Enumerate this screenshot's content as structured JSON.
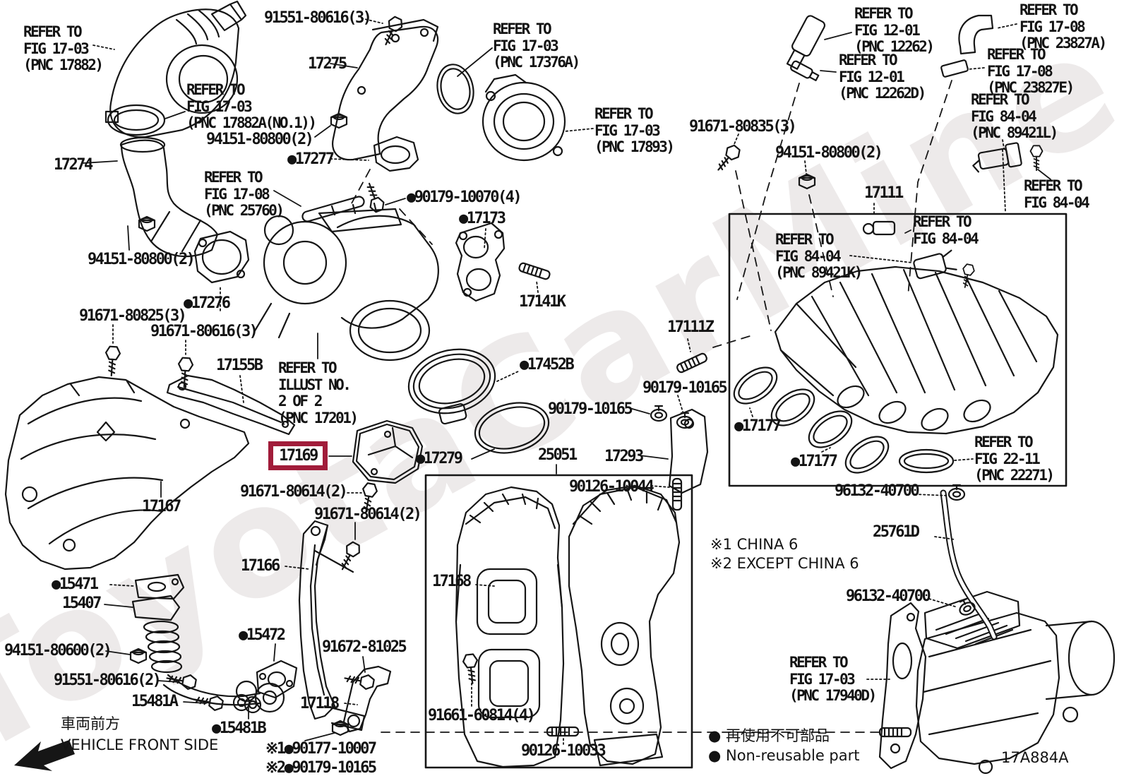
{
  "figure": {
    "code": "17A884A",
    "highlighted_part": "17169",
    "highlight_color": "#a11c3a"
  },
  "watermark": "ToyotaCarMine.ru",
  "orientation": {
    "jp": "車両前方",
    "en": "VEHICLE FRONT SIDE"
  },
  "legend": {
    "jp": "● 再使用不可部品",
    "en": "● Non-reusable part"
  },
  "notes": {
    "note1": "※1 CHINA 6",
    "note2": "※2 EXCEPT CHINA 6"
  },
  "labels": {
    "ref_17882": {
      "text": "REFER TO\nFIG 17-03\n(PNC 17882)"
    },
    "pn_91551_80616_3": {
      "text": "91551-80616(3)"
    },
    "ref_17882a": {
      "text": "REFER TO\nFIG 17-03\n(PNC 17882A(NO.1))"
    },
    "pn_94151_80800_2_top": {
      "text": "94151-80800(2)"
    },
    "pn_17275": {
      "text": "17275"
    },
    "ref_17376a": {
      "text": "REFER TO\nFIG 17-03\n(PNC 17376A)"
    },
    "ref_17893": {
      "text": "REFER TO\nFIG 17-03\n(PNC 17893)"
    },
    "pn_17274": {
      "text": "17274"
    },
    "pn_94151_80800_2_left": {
      "text": "94151-80800(2)"
    },
    "ref_25760": {
      "text": "REFER TO\nFIG 17-08\n(PNC 25760)"
    },
    "pn_17277": {
      "text": "●17277"
    },
    "pn_90179_10070_4": {
      "text": "●90179-10070(4)"
    },
    "pn_17173": {
      "text": "●17173"
    },
    "pn_17141k": {
      "text": "17141K"
    },
    "pn_17276": {
      "text": "●17276"
    },
    "pn_91671_80825_3": {
      "text": "91671-80825(3)"
    },
    "pn_91671_80616_3": {
      "text": "91671-80616(3)"
    },
    "pn_17155b": {
      "text": "17155B"
    },
    "ref_17201": {
      "text": "REFER TO\nILLUST NO.\n2 OF 2\n(PNC 17201)"
    },
    "pn_17452b": {
      "text": "●17452B"
    },
    "hl_17169": {
      "text": "17169"
    },
    "pn_17279": {
      "text": "●17279"
    },
    "pn_90179_10165_r1": {
      "text": "90179-10165"
    },
    "pn_90179_10165_r2": {
      "text": "90179-10165"
    },
    "pn_25051": {
      "text": "25051"
    },
    "pn_17293": {
      "text": "17293"
    },
    "pn_90126_10044": {
      "text": "90126-10044"
    },
    "pn_17111": {
      "text": "17111"
    },
    "pn_91671_80835_3": {
      "text": "91671-80835(3)"
    },
    "pn_94151_80800_2_right": {
      "text": "94151-80800(2)"
    },
    "ref_12262": {
      "text": "REFER TO\nFIG 12-01\n(PNC 12262)"
    },
    "ref_12262d": {
      "text": "REFER TO\nFIG 12-01\n(PNC 12262D)"
    },
    "ref_23827a": {
      "text": "REFER TO\nFIG 17-08\n(PNC 23827A)"
    },
    "ref_23827e": {
      "text": "REFER TO\nFIG 17-08\n(PNC 23827E)"
    },
    "ref_89421l": {
      "text": "REFER TO\nFIG 84-04\n(PNC 89421L)"
    },
    "ref_8404_tr": {
      "text": "REFER TO\nFIG 84-04"
    },
    "ref_8404_in": {
      "text": "REFER TO\nFIG 84-04"
    },
    "ref_89421k": {
      "text": "REFER TO\nFIG 84-04\n(PNC 89421K)"
    },
    "pn_17111z": {
      "text": "17111Z"
    },
    "pn_17177_a": {
      "text": "●17177"
    },
    "pn_17177_b": {
      "text": "●17177"
    },
    "ref_22271": {
      "text": "REFER TO\nFIG 22-11\n(PNC 22271)"
    },
    "pn_96132_40700_a": {
      "text": "96132-40700"
    },
    "pn_25761d": {
      "text": "25761D"
    },
    "pn_96132_40700_b": {
      "text": "96132-40700"
    },
    "ref_17940d": {
      "text": "REFER TO\nFIG 17-03\n(PNC 17940D)"
    },
    "pn_17167": {
      "text": "17167"
    },
    "pn_15471": {
      "text": "●15471"
    },
    "pn_15407": {
      "text": "15407"
    },
    "pn_94151_80600_2": {
      "text": "94151-80600(2)"
    },
    "pn_91551_80616_2": {
      "text": "91551-80616(2)"
    },
    "pn_15481a": {
      "text": "15481A"
    },
    "pn_15481b": {
      "text": "●15481B"
    },
    "pn_15472": {
      "text": "●15472"
    },
    "pn_17166": {
      "text": "17166"
    },
    "pn_91671_80614_2a": {
      "text": "91671-80614(2)"
    },
    "pn_91671_80614_2b": {
      "text": "91671-80614(2)"
    },
    "pn_91672_81025": {
      "text": "91672-81025"
    },
    "pn_17118": {
      "text": "17118"
    },
    "pn_90177_10007": {
      "text": "※1●90177-10007"
    },
    "pn_90179_10165_b": {
      "text": "※2●90179-10165"
    },
    "pn_91661_60814_4": {
      "text": "91661-60814(4)"
    },
    "pn_90126_10033": {
      "text": "90126-10033"
    },
    "pn_17168": {
      "text": "17168"
    }
  }
}
